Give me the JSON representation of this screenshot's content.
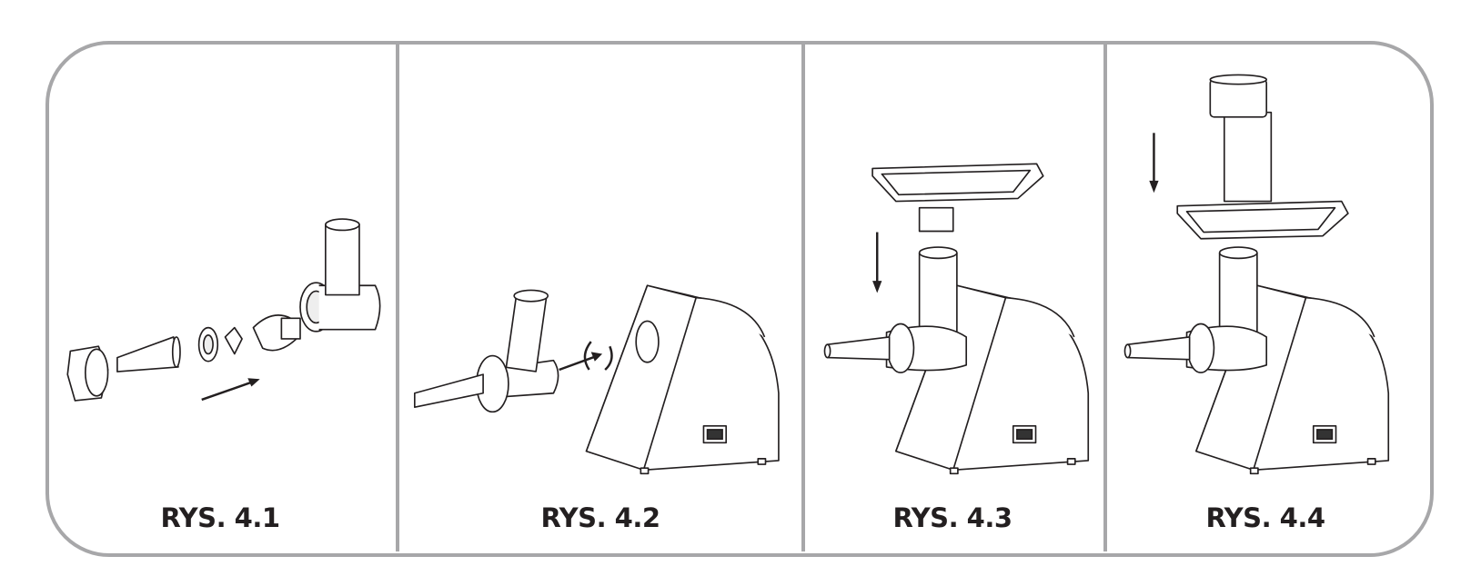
{
  "figures": [
    {
      "label": "RYS. 4.1"
    },
    {
      "label": "RYS. 4.2"
    },
    {
      "label": "RYS. 4.3"
    },
    {
      "label": "RYS. 4.4"
    }
  ],
  "colors": {
    "frame": "#a7a7a9",
    "ink": "#231f20"
  }
}
